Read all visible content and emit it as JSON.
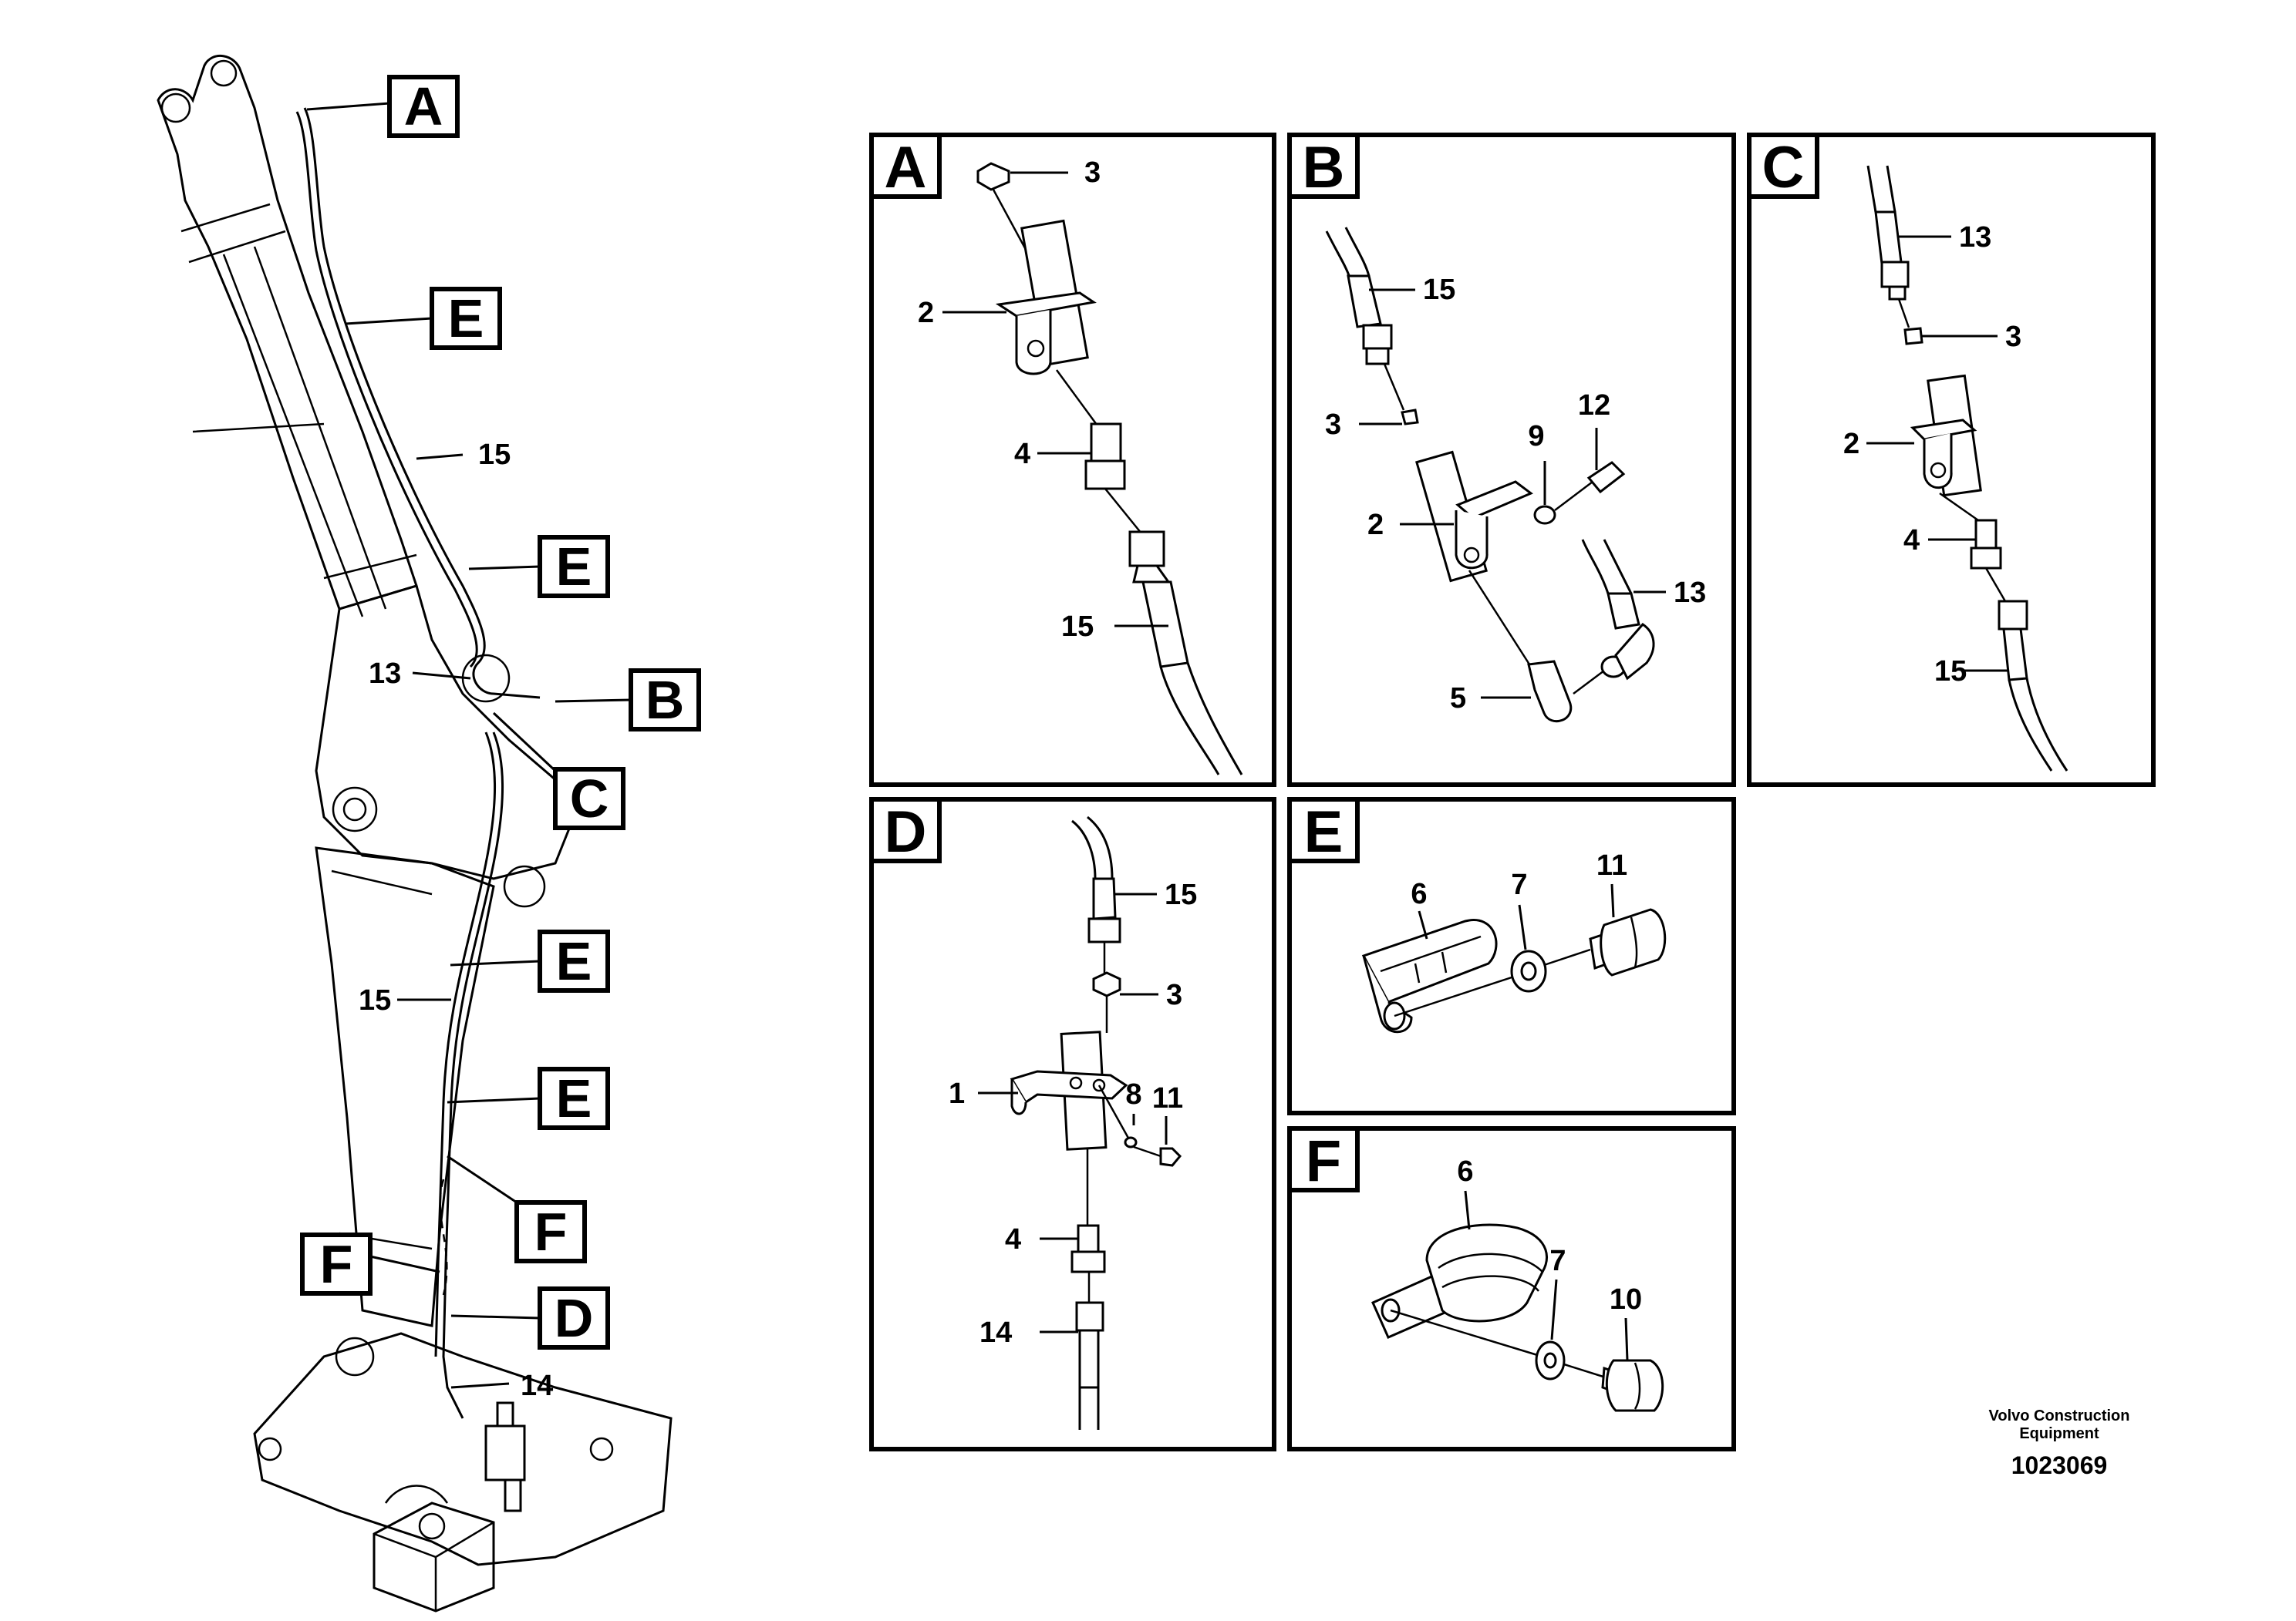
{
  "overview": {
    "callouts": [
      "A",
      "E",
      "E",
      "B",
      "C",
      "E",
      "E",
      "F",
      "F",
      "D"
    ],
    "part_labels": [
      "15",
      "13",
      "15",
      "14"
    ]
  },
  "panels": {
    "A": {
      "letter": "A",
      "labels": [
        "3",
        "2",
        "4",
        "15"
      ]
    },
    "B": {
      "letter": "B",
      "labels": [
        "15",
        "3",
        "9",
        "12",
        "2",
        "13",
        "5"
      ]
    },
    "C": {
      "letter": "C",
      "labels": [
        "13",
        "3",
        "2",
        "4",
        "15"
      ]
    },
    "D": {
      "letter": "D",
      "labels": [
        "15",
        "3",
        "1",
        "8",
        "11",
        "4",
        "14"
      ]
    },
    "E": {
      "letter": "E",
      "labels": [
        "6",
        "7",
        "11"
      ]
    },
    "F": {
      "letter": "F",
      "labels": [
        "6",
        "7",
        "10"
      ]
    }
  },
  "footer": {
    "company_line1": "Volvo Construction",
    "company_line2": "Equipment",
    "doc_number": "1023069"
  }
}
